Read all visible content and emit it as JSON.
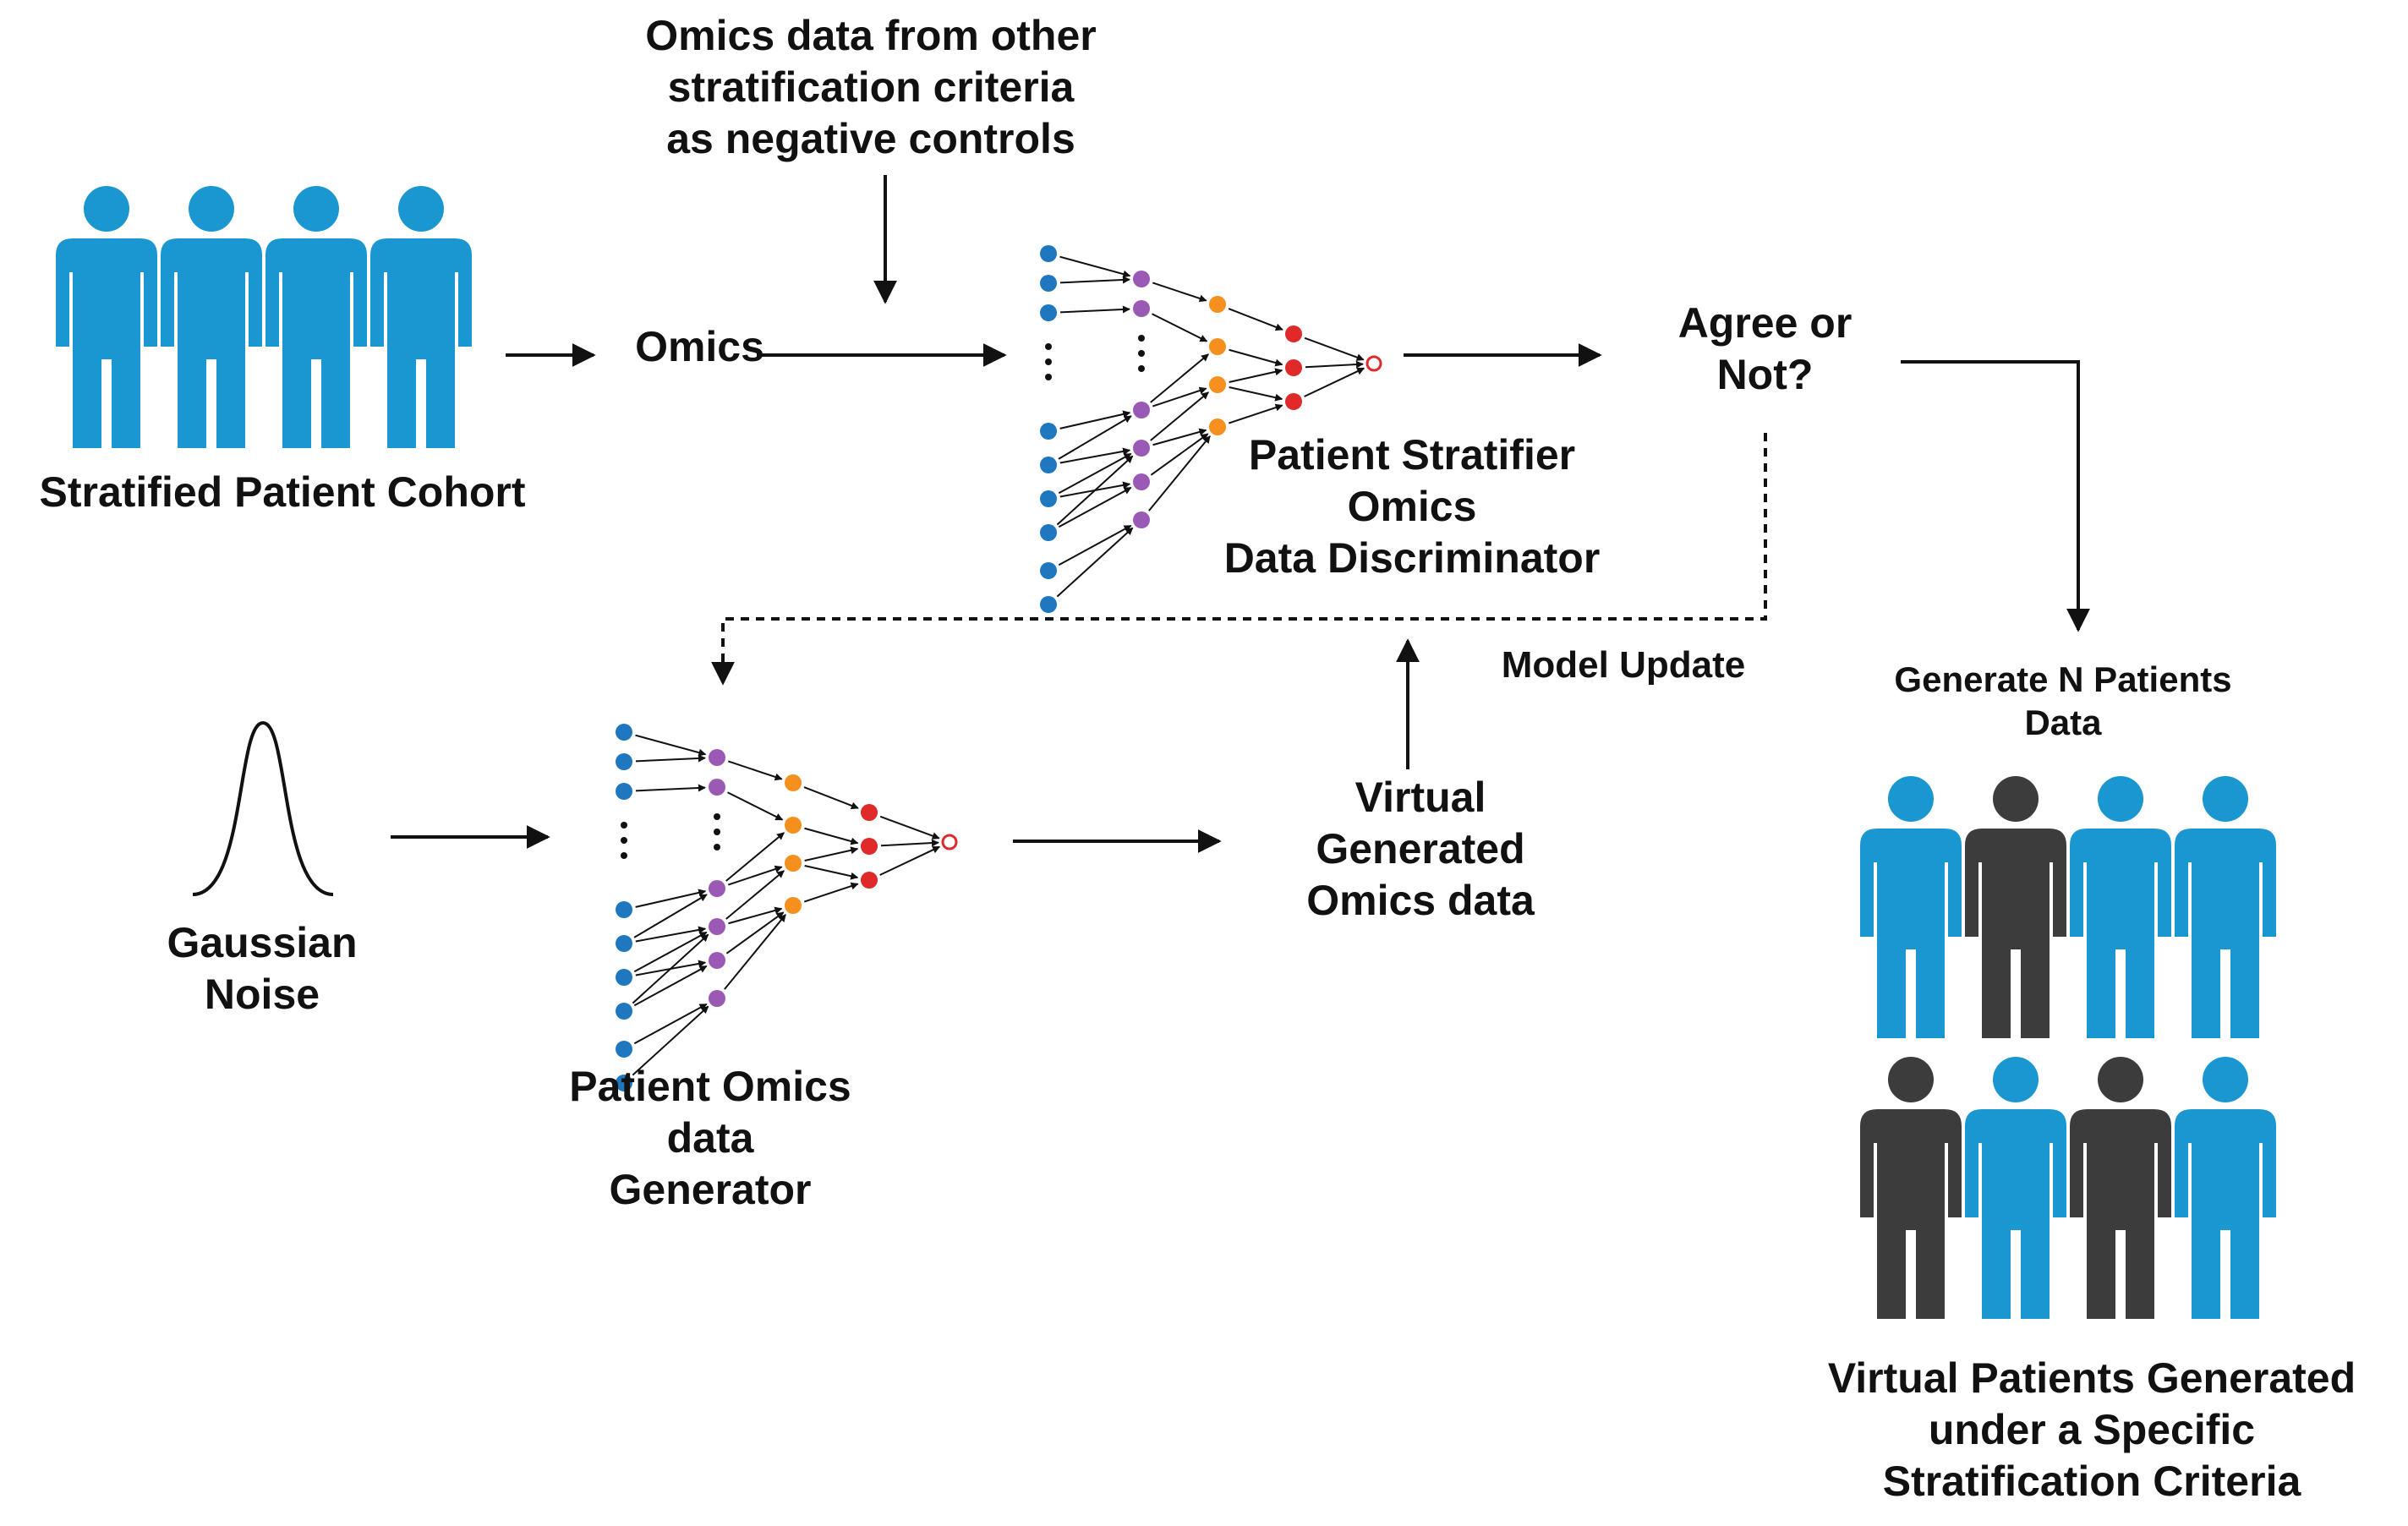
{
  "colors": {
    "patient_blue": "#1a96d0",
    "patient_dark": "#3c3c3c",
    "input_node": "#1f77c0",
    "hidden1_node": "#9b59b6",
    "hidden2_node": "#f5901e",
    "hidden3_node": "#e02a2a",
    "output_node": "#e02a2a",
    "arrow": "#111111"
  },
  "labels": {
    "cohort": "Stratified Patient Cohort",
    "omics": "Omics",
    "negative_controls": "Omics data from other\nstratification criteria\nas negative controls",
    "discriminator": "Patient Stratifier\nOmics\nData Discriminator",
    "agree": "Agree or\nNot?",
    "model_update": "Model Update",
    "gaussian": "Gaussian\nNoise",
    "generator": "Patient Omics\ndata\nGenerator",
    "virtual_data": "Virtual\nGenerated\nOmics data",
    "generate_n": "Generate N Patients\nData",
    "virtual_patients": "Virtual Patients Generated\nunder a Specific\nStratification Criteria"
  },
  "icons": {
    "cohort": [
      "person-icon",
      "person-icon",
      "person-icon",
      "person-icon"
    ],
    "generated_row1": [
      "blue",
      "dark",
      "blue",
      "blue"
    ],
    "generated_row2": [
      "dark",
      "blue",
      "dark",
      "blue"
    ]
  }
}
